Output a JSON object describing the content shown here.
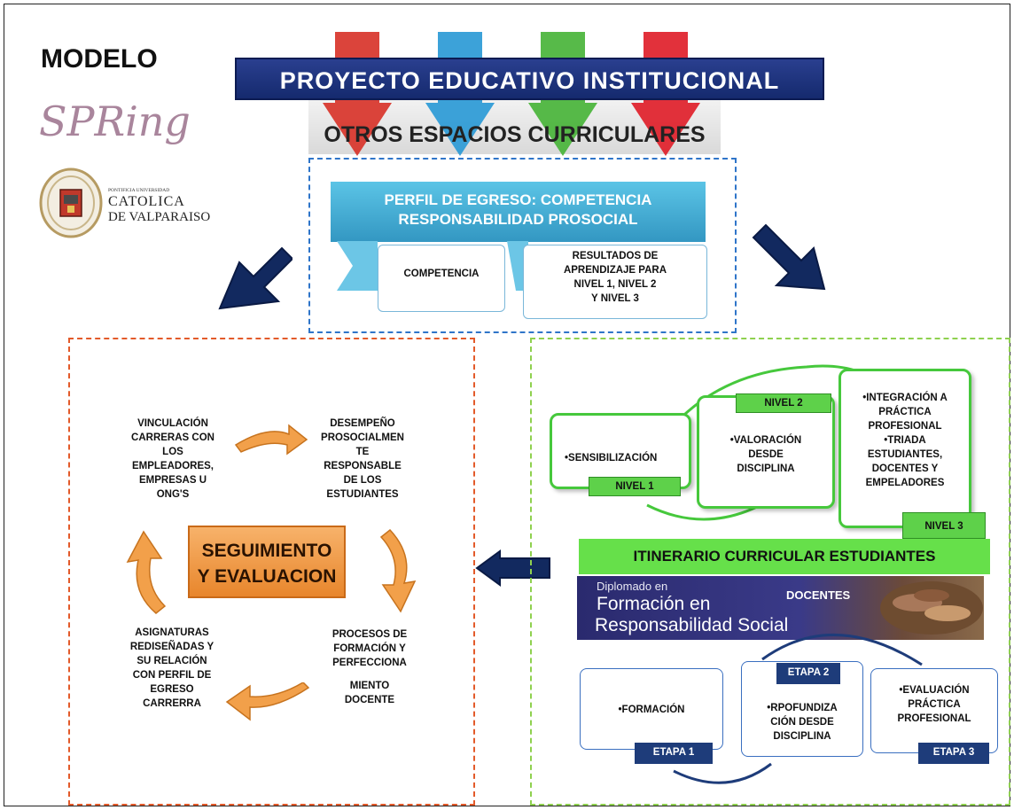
{
  "logos": {
    "modelo": "MODELO",
    "spring": "SPRing",
    "uni_small": "PONTIFICIA UNIVERSIDAD",
    "uni_line1": "CATOLICA",
    "uni_line2": "DE VALPARAISO"
  },
  "header": {
    "pei": "PROYECTO  EDUCATIVO  INSTITUCIONAL",
    "otros": "OTROS ESPACIOS CURRICULARES",
    "arrow_colors": [
      "#d8342a",
      "#2b9ad6",
      "#49b43a",
      "#e01f2a"
    ]
  },
  "perfil": {
    "title_line1": "PERFIL  DE EGRESO:  COMPETENCIA",
    "title_line2": "RESPONSABILIDAD  PROSOCIAL",
    "competencia": "COMPETENCIA",
    "resultados": [
      "RESULTADOS  DE",
      "APRENDIZAJE  PARA",
      "NIVEL 1, NIVEL 2",
      "Y NIVEL 3"
    ]
  },
  "cycle": {
    "top_left": [
      "VINCULACIÓN",
      "CARRERAS  CON",
      "LOS",
      "EMPLEADORES,",
      "EMPRESAS  U",
      "ONG'S"
    ],
    "top_right": [
      "DESEMPEÑO",
      "PROSOCIALMEN",
      "TE",
      "RESPONSABLE",
      "DE LOS",
      "ESTUDIANTES"
    ],
    "bottom_right_a": [
      "PROCESOS DE",
      "FORMACIÓN  Y",
      "PERFECCIONA"
    ],
    "bottom_right_b": [
      "MIENTO",
      "DOCENTE"
    ],
    "bottom_left": [
      "ASIGNATURAS",
      "REDISEÑADAS  Y",
      "SU RELACIÓN",
      "CON PERFIL DE",
      "EGRESO",
      "CARRERRA"
    ],
    "center_line1": "SEGUIMIENTO",
    "center_line2": "Y EVALUACION"
  },
  "itinerario": {
    "sensibilizacion": "•SENSIBILIZACIÓN",
    "valoracion": [
      "•VALORACIÓN",
      "DESDE",
      "DISCIPLINA"
    ],
    "integracion": [
      "•INTEGRACIÓN A",
      "PRÁCTICA",
      "PROFESIONAL",
      "•TRIADA",
      "ESTUDIANTES,",
      "DOCENTES Y",
      "EMPELADORES"
    ],
    "nivel1": "NIVEL 1",
    "nivel2": "NIVEL 2",
    "nivel3": "NIVEL 3",
    "title": "ITINERARIO   CURRICULAR   ESTUDIANTES"
  },
  "docentes": {
    "diplomado": "Diplomado en",
    "formacion": "Formación en",
    "responsabilidad": "Responsabilidad Social",
    "docentes": "DOCENTES",
    "formacion_item": "•FORMACIÓN",
    "profundizacion": [
      "•RPOFUNDIZA",
      "CIÓN DESDE",
      "DISCIPLINA"
    ],
    "evaluacion": [
      "•EVALUACIÓN",
      "PRÁCTICA",
      "PROFESIONAL"
    ],
    "etapa1": "ETAPA 1",
    "etapa2": "ETAPA 2",
    "etapa3": "ETAPA 3"
  }
}
